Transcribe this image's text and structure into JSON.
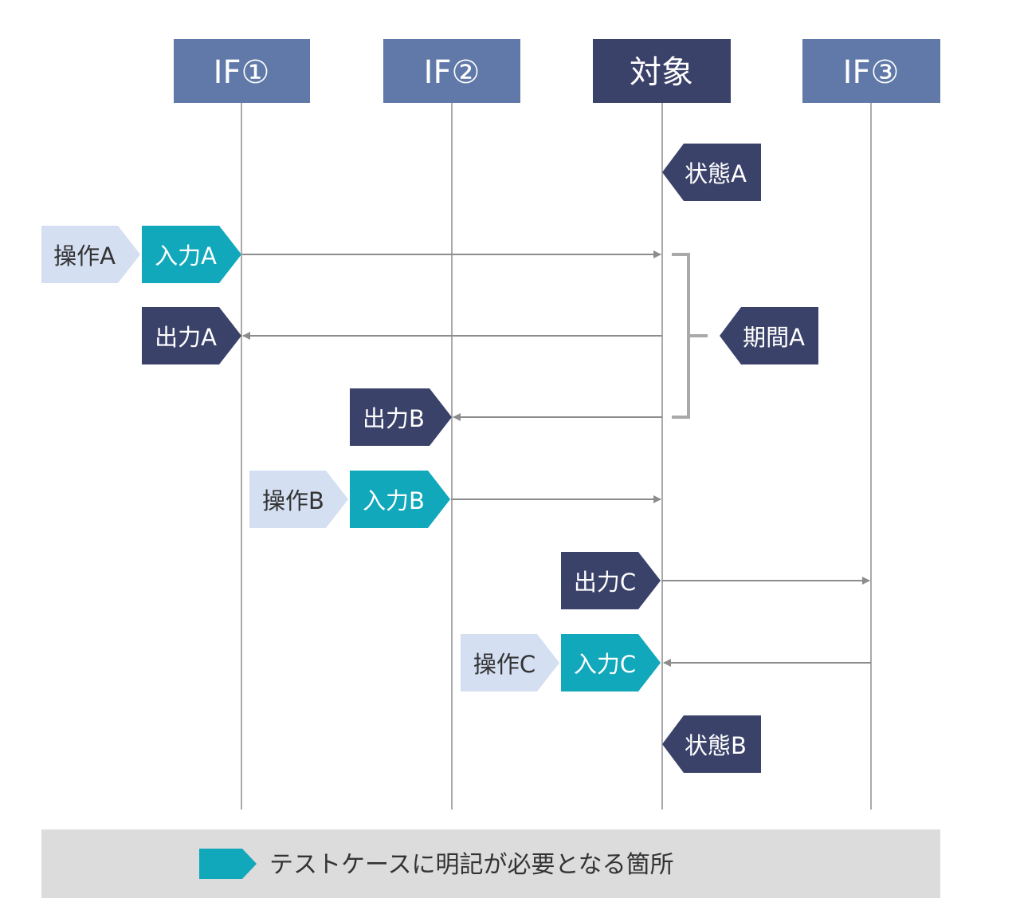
{
  "lanes": [
    {
      "label": "IF①"
    },
    {
      "label": "IF②"
    },
    {
      "label": "対象"
    },
    {
      "label": "IF③"
    }
  ],
  "states": [
    {
      "label": "状態A"
    },
    {
      "label": "状態B"
    }
  ],
  "operations": {
    "a": "操作A",
    "b": "操作B",
    "c": "操作C"
  },
  "inputs": {
    "a": "入力A",
    "b": "入力B",
    "c": "入力C"
  },
  "outputs": {
    "a": "出力A",
    "b": "出力B",
    "c": "出力C"
  },
  "period": {
    "label": "期間A"
  },
  "legend": {
    "text": "テストケースに明記が必要となる箇所"
  },
  "colors": {
    "lane_if": "#6079a8",
    "lane_target": "#3b426a",
    "dark_tag": "#3b426a",
    "input_tag": "#11a8bb",
    "operation_tag": "#d4dff2",
    "lifeline": "#a9a9a9",
    "arrow": "#8c8c8c",
    "legend_bg": "#dcdcdc"
  }
}
